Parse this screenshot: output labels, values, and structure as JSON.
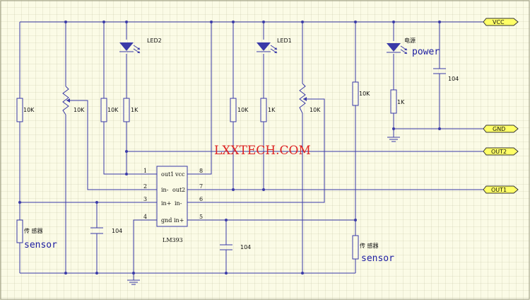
{
  "ports": {
    "vcc": "VCC",
    "gnd": "GND",
    "out2": "OUT2",
    "out1": "OUT1"
  },
  "leds": {
    "led2": "LED2",
    "led1": "LED1",
    "power_cn": "电源",
    "power_en": "power"
  },
  "resistors": {
    "r_left": "10K",
    "pot_left": "10K",
    "r_out1": "10K",
    "r_led2": "1K",
    "r_out2": "10K",
    "r_led1": "1K",
    "pot_right": "10K",
    "r_right": "10K",
    "r_power": "1K"
  },
  "capacitors": {
    "c_vcc": "104",
    "c_left": "104",
    "c_mid": "104"
  },
  "sensors": {
    "left_cn": "传 感器",
    "left_en": "sensor",
    "right_cn": "传 感器",
    "right_en": "sensor"
  },
  "ic": {
    "name": "LM393",
    "pins_left": [
      "1",
      "2",
      "3",
      "4"
    ],
    "pins_right": [
      "8",
      "7",
      "6",
      "5"
    ],
    "labels_left": [
      "out1",
      "in-",
      "in+",
      "gnd"
    ],
    "labels_right": [
      "vcc",
      "out2",
      "in-",
      "in+"
    ]
  },
  "watermark": "LXXTECH.COM"
}
